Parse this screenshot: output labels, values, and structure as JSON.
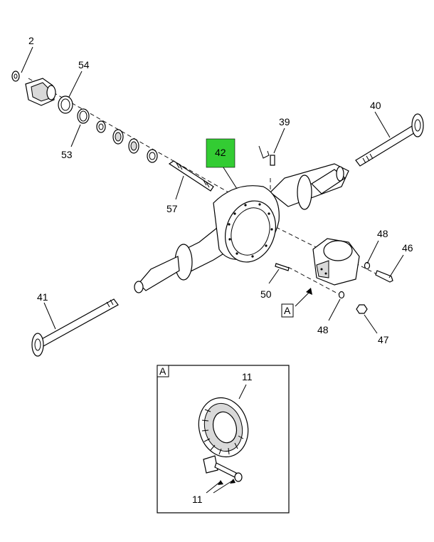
{
  "callouts": {
    "c2": "2",
    "c54": "54",
    "c53": "53",
    "c39": "39",
    "c40": "40",
    "c42": "42",
    "c57": "57",
    "c48a": "48",
    "c46": "46",
    "c50": "50",
    "c41": "41",
    "c48b": "48",
    "c47": "47",
    "cA": "A",
    "c11a": "11",
    "c11b": "11"
  },
  "detail": {
    "label": "A"
  },
  "colors": {
    "highlight": "#33cc33",
    "line": "#000000",
    "background": "#ffffff"
  }
}
